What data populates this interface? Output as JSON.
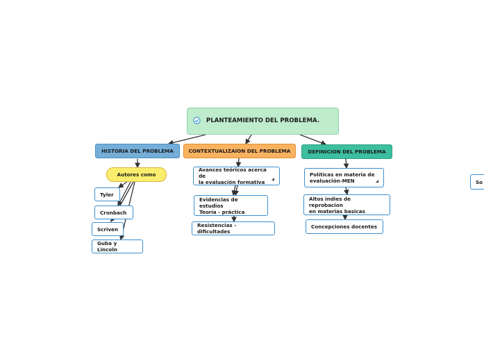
{
  "root": {
    "label": "PLANTEAMIENTO DEL PROBLEMA.",
    "icon": "check-circle-icon",
    "color": "#bfeccd"
  },
  "branches": [
    {
      "label": "HISTORIA DEL PROBLEMA",
      "color": "#74aed8"
    },
    {
      "label": "CONTEXTUALIZAION DEL PROBLEMA",
      "color": "#f9b260"
    },
    {
      "label": "DEFINICION DEL PROBLEMA",
      "color": "#3dbf9f"
    }
  ],
  "historia": {
    "autores": "Autores como",
    "items": [
      "Tyler",
      "Cronbach",
      "Scriven",
      "Guba y Lincoln"
    ]
  },
  "contexto": {
    "items": [
      "Avances teóricos acerca de\nla evaluación formativa",
      "Evidencias de estudios\nTeoría - práctica",
      "Resistencias - dificultades"
    ]
  },
  "definicion": {
    "items": [
      "Políticas en materia de\nevaluación-MEN",
      "Altos indies de reprobacion\nen materias basicas",
      "Concepciones docentes"
    ]
  },
  "floating": {
    "label": "So"
  }
}
